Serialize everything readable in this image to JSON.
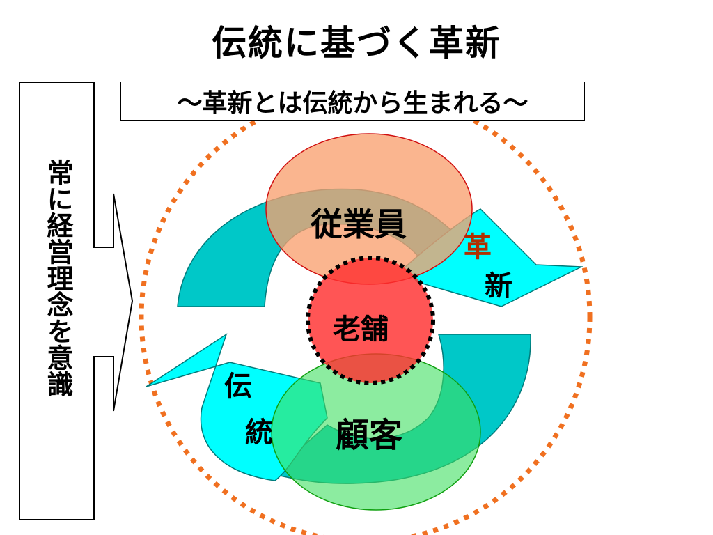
{
  "title": "伝統に基づく革新",
  "subtitle": "～革新とは伝統から生まれる～",
  "side_banner": "常に経営理念を意識",
  "circles": {
    "employees": "従業員",
    "shinise": "老舗",
    "customers": "顧客"
  },
  "arrows": {
    "innovation": [
      "革",
      "新"
    ],
    "tradition": [
      "伝",
      "統"
    ]
  },
  "colors": {
    "dotted_circle": "#f07020",
    "employees_fill": "#f8a070",
    "customers_fill": "#40e060",
    "shinise_fill": "#ff3030",
    "cycle_arrow_teal": "#00c8c8",
    "cycle_arrow_cyan": "#00ffff"
  }
}
